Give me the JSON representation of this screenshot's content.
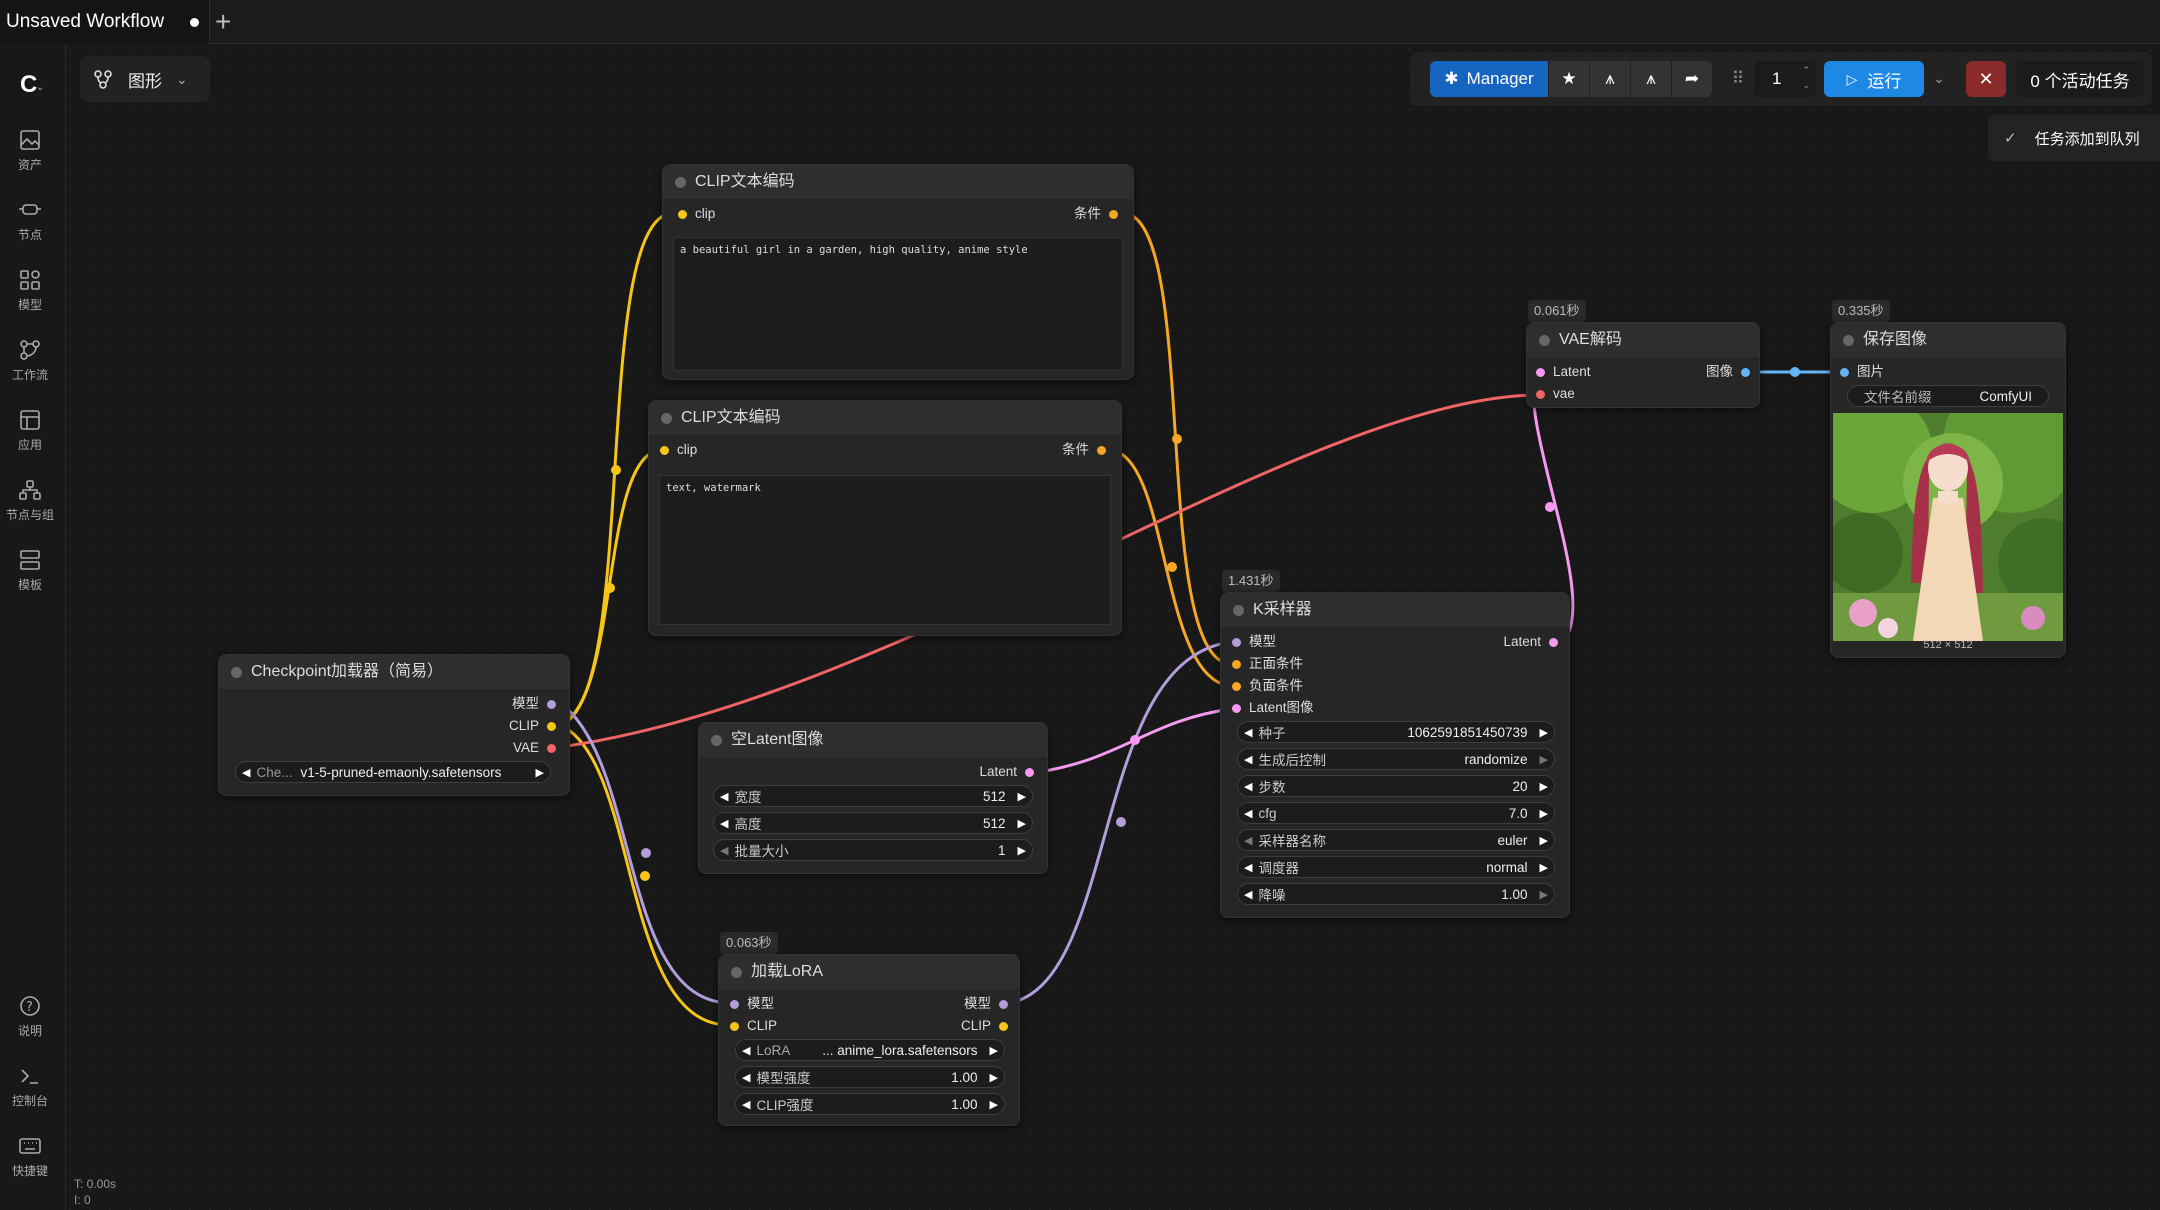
{
  "tab": {
    "title": "Unsaved Workflow"
  },
  "sidebar": {
    "items": [
      {
        "label": "资产",
        "icon": "image-icon"
      },
      {
        "label": "节点",
        "icon": "node-icon"
      },
      {
        "label": "模型",
        "icon": "model-icon"
      },
      {
        "label": "工作流",
        "icon": "workflow-icon"
      },
      {
        "label": "应用",
        "icon": "app-icon"
      },
      {
        "label": "节点与组",
        "icon": "node-group-icon"
      },
      {
        "label": "模板",
        "icon": "template-icon"
      }
    ],
    "bottom": [
      {
        "label": "说明",
        "icon": "help-icon"
      },
      {
        "label": "控制台",
        "icon": "console-icon"
      },
      {
        "label": "快捷键",
        "icon": "keyboard-icon"
      }
    ]
  },
  "graph_mode": {
    "label": "图形"
  },
  "toolbar": {
    "manager": "Manager",
    "batch_count": "1",
    "run": "运行",
    "active_tasks": "0 个活动任务"
  },
  "toast": {
    "message": "任务添加到队列"
  },
  "status": {
    "t": "T: 0.00s",
    "i": "I: 0"
  },
  "nodes": {
    "clip1": {
      "title": "CLIP文本编码",
      "in": "clip",
      "out": "条件",
      "text": "a beautiful girl in a garden, high quality, anime style"
    },
    "clip2": {
      "title": "CLIP文本编码",
      "in": "clip",
      "out": "条件",
      "text": "text, watermark"
    },
    "ckpt": {
      "title": "Checkpoint加载器（简易）",
      "out_model": "模型",
      "out_clip": "CLIP",
      "out_vae": "VAE",
      "w_label": "Che...",
      "w_value": "v1-5-pruned-emaonly.safetensors"
    },
    "latent": {
      "title": "空Latent图像",
      "out": "Latent",
      "widgets": [
        {
          "label": "宽度",
          "value": "512"
        },
        {
          "label": "高度",
          "value": "512"
        },
        {
          "label": "批量大小",
          "value": "1"
        }
      ]
    },
    "lora": {
      "title": "加载LoRA",
      "timing": "0.063秒",
      "in_model": "模型",
      "in_clip": "CLIP",
      "out_model": "模型",
      "out_clip": "CLIP",
      "widgets": [
        {
          "label": "LoRA",
          "value": "... anime_lora.safetensors"
        },
        {
          "label": "模型强度",
          "value": "1.00"
        },
        {
          "label": "CLIP强度",
          "value": "1.00"
        }
      ]
    },
    "ksampler": {
      "title": "K采样器",
      "timing": "1.431秒",
      "in_model": "模型",
      "in_pos": "正面条件",
      "in_neg": "负面条件",
      "in_latent": "Latent图像",
      "out": "Latent",
      "widgets": [
        {
          "label": "种子",
          "value": "1062591851450739"
        },
        {
          "label": "生成后控制",
          "value": "randomize"
        },
        {
          "label": "步数",
          "value": "20"
        },
        {
          "label": "cfg",
          "value": "7.0"
        },
        {
          "label": "采样器名称",
          "value": "euler"
        },
        {
          "label": "调度器",
          "value": "normal"
        },
        {
          "label": "降噪",
          "value": "1.00"
        }
      ]
    },
    "vae": {
      "title": "VAE解码",
      "timing": "0.061秒",
      "in_latent": "Latent",
      "in_vae": "vae",
      "out": "图像"
    },
    "save": {
      "title": "保存图像",
      "timing": "0.335秒",
      "in": "图片",
      "w_label": "文件名前缀",
      "w_value": "ComfyUI",
      "size": "512 × 512"
    }
  },
  "colors": {
    "clip": "#f5c518",
    "cond": "#f5a623",
    "vae": "#f06464",
    "latent": "#f59af0",
    "model": "#b39ddb",
    "image": "#64b5f6"
  }
}
